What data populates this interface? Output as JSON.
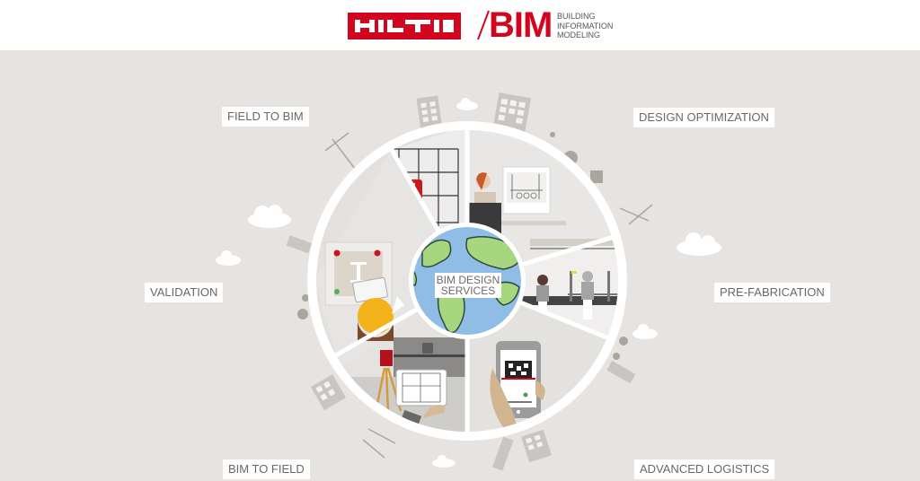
{
  "header": {
    "brand": "HILTI",
    "product": "BIM",
    "subtitle_lines": [
      "BUILDING",
      "INFORMATION",
      "MODELING"
    ],
    "brand_color": "#d2051e"
  },
  "diagram": {
    "center": "BIM DESIGN SERVICES",
    "center_lines": [
      "BIM DESIGN",
      "SERVICES"
    ],
    "segments": [
      {
        "label": "FIELD TO BIM",
        "icon": "laser-scanner-grid-icon"
      },
      {
        "label": "DESIGN OPTIMIZATION",
        "icon": "designer-computer-icon"
      },
      {
        "label": "PRE-FABRICATION",
        "icon": "workers-assembly-icon"
      },
      {
        "label": "ADVANCED LOGISTICS",
        "icon": "qr-code-phone-icon"
      },
      {
        "label": "BIM TO FIELD",
        "icon": "total-station-tablet-icon"
      },
      {
        "label": "VALIDATION",
        "icon": "inspector-tablet-icon"
      }
    ],
    "colors": {
      "background": "#e6e3e1",
      "ring": "#ffffff",
      "globe_water": "#8fbde6",
      "globe_land": "#a6d77e",
      "accent_red": "#d2051e"
    }
  }
}
